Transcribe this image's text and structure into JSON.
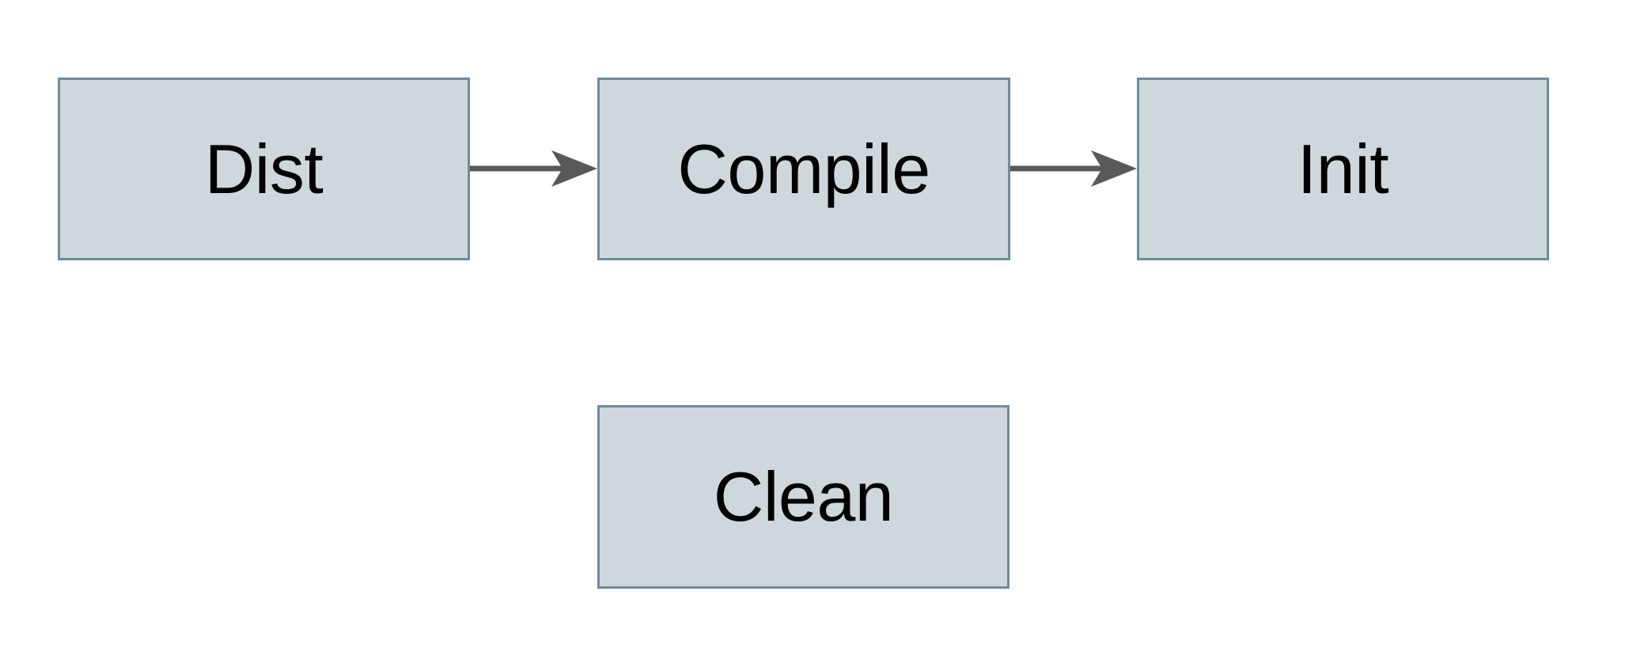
{
  "diagram": {
    "title": "Build pipeline flow diagram",
    "background_color": "#ffffff",
    "node_fill_color": "#ced8dc",
    "node_border_color": "#6e8c9c",
    "edge_color": "#595959",
    "label_color": "#000000",
    "nodes": [
      {
        "id": "dist",
        "label": "Dist"
      },
      {
        "id": "compile",
        "label": "Compile"
      },
      {
        "id": "init",
        "label": "Init"
      },
      {
        "id": "clean",
        "label": "Clean"
      }
    ],
    "edges": [
      {
        "id": "dist-compile",
        "from": "Dist",
        "to": "Compile",
        "arrowhead": "triangle",
        "direction": "right"
      },
      {
        "id": "compile-init",
        "from": "Compile",
        "to": "Init",
        "arrowhead": "triangle",
        "direction": "right"
      }
    ]
  }
}
